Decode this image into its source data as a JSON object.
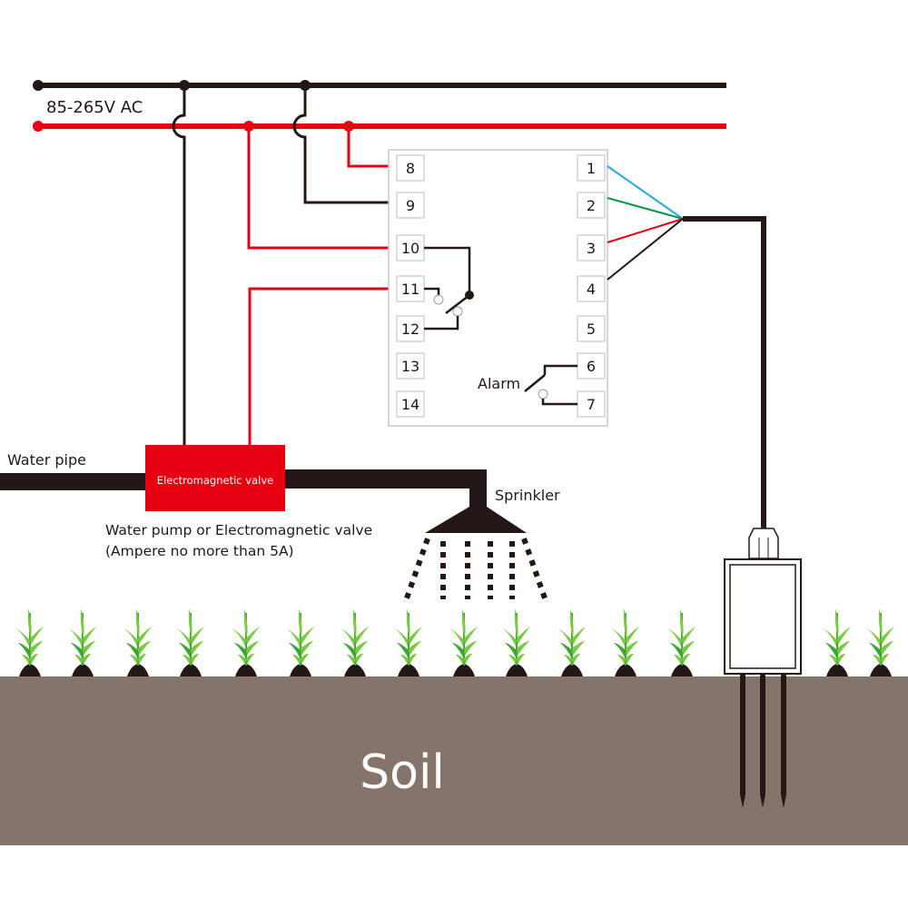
{
  "colors": {
    "live": "#e60012",
    "neutral": "#231815",
    "soil": "#857469",
    "plant": "#7ac943",
    "plant_dark": "#3fa535",
    "wire_blue": "#27aae1",
    "wire_green": "#009944",
    "wire_red": "#e60012",
    "wire_black": "#231815"
  },
  "labels": {
    "power": "85-265V AC",
    "water_pipe": "Water pipe",
    "valve": "Electromagnetic valve",
    "valve_note_1": "Water pump or Electromagnetic valve",
    "valve_note_2": "(Ampere no more than 5A)",
    "sprinkler": "Sprinkler",
    "alarm": "Alarm",
    "soil": "Soil"
  },
  "controller": {
    "left_terminals": [
      "8",
      "9",
      "10",
      "11",
      "12",
      "13",
      "14"
    ],
    "right_terminals": [
      "1",
      "2",
      "3",
      "4",
      "5",
      "6",
      "7"
    ]
  },
  "plants": {
    "count": 15
  }
}
